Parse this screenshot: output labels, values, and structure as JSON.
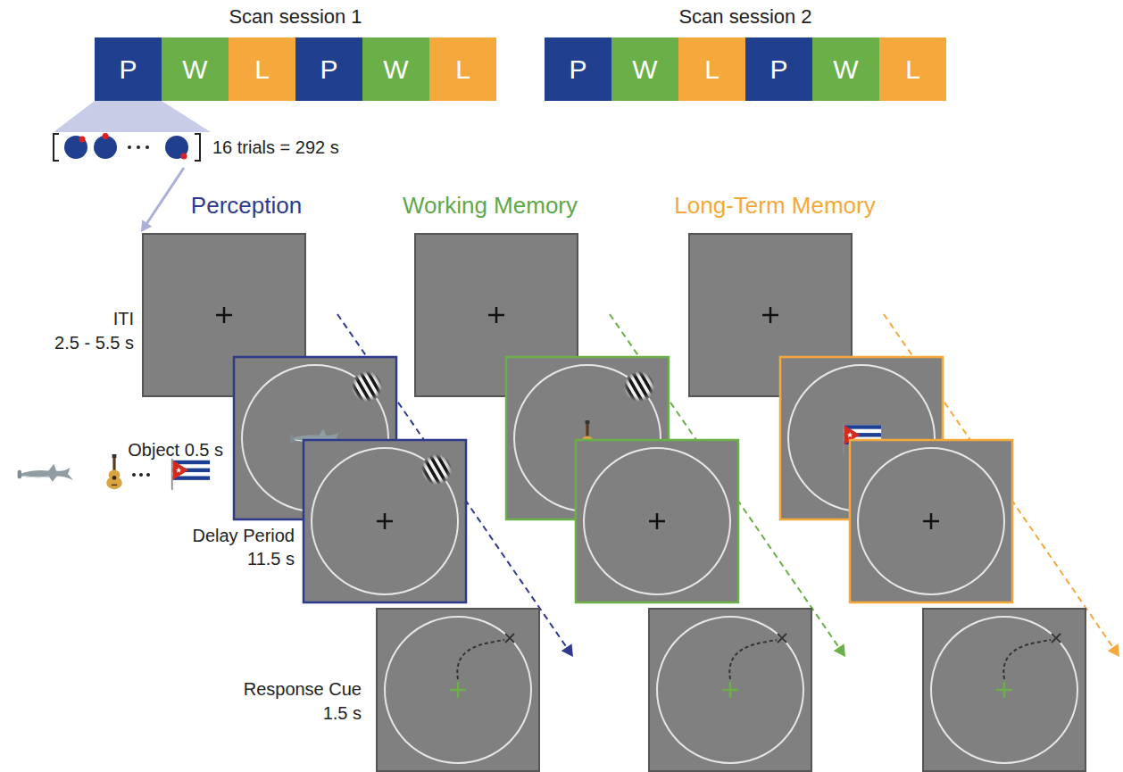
{
  "diagram": {
    "nodes": [
      {
        "text": [
          "P"
        ]
      },
      {
        "text": [
          "W"
        ]
      },
      {
        "text": [
          "L"
        ]
      },
      {
        "text": [
          "P"
        ]
      },
      {
        "text": [
          "W"
        ]
      },
      {
        "text": [
          "L"
        ]
      },
      {
        "text": [
          "P"
        ]
      },
      {
        "text": [
          "W"
        ]
      },
      {
        "text": [
          "L"
        ]
      },
      {
        "text": [
          "P"
        ]
      },
      {
        "text": [
          "W"
        ]
      },
      {
        "text": [
          "L"
        ]
      }
    ],
    "labels": [
      "Scan session 1",
      "Scan session 2",
      "16 trials = 292 s",
      "Perception",
      "Working Memory",
      "Long-Term Memory",
      "ITI",
      "2.5 - 5.5 s",
      "Object 0.5 s",
      "Delay Period",
      "11.5 s",
      "Response Cue",
      "1.5 s"
    ]
  }
}
